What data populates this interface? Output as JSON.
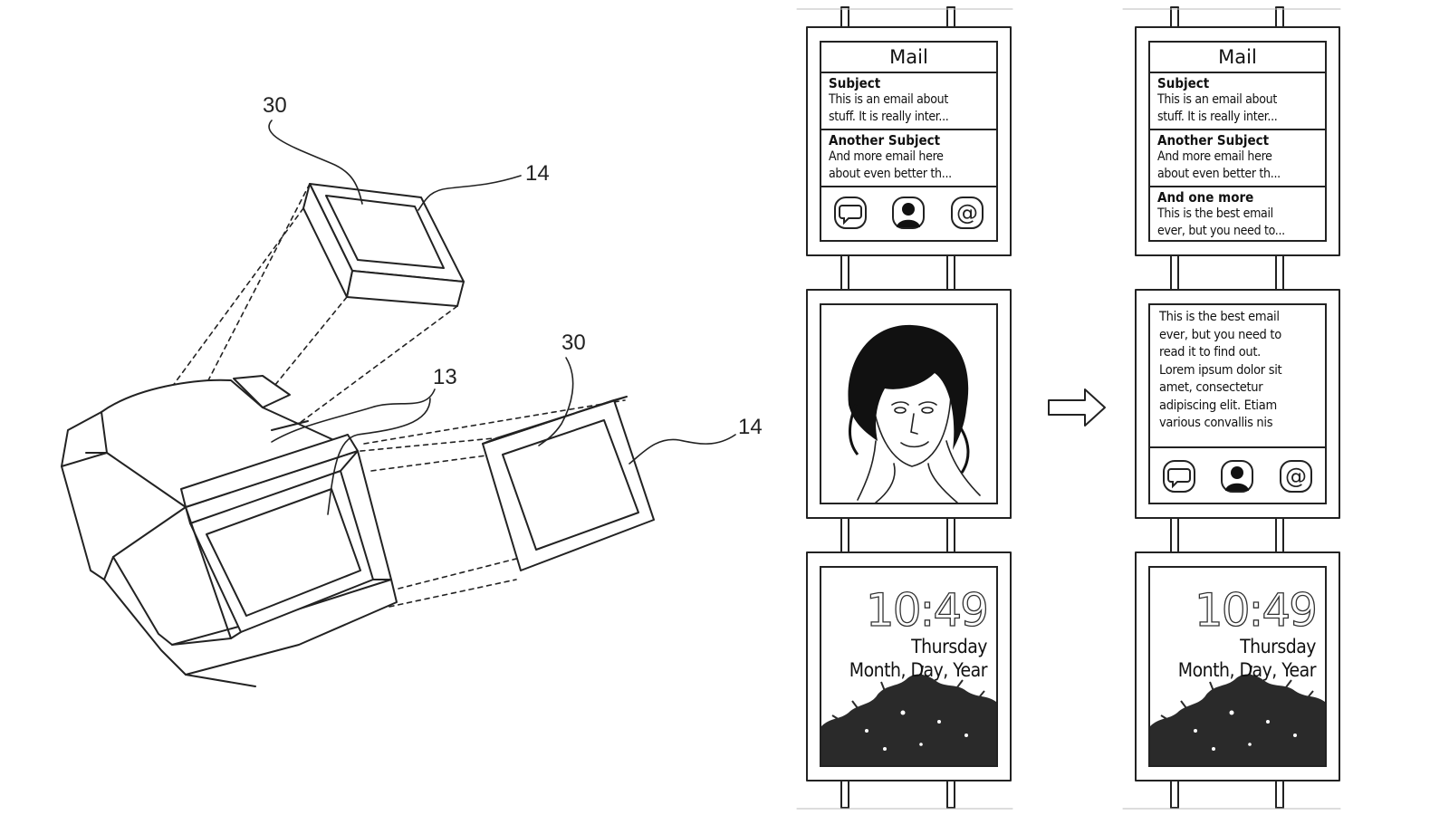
{
  "figure_left": {
    "labels": {
      "upper_30": "30",
      "upper_14": "14",
      "center_13": "13",
      "right_30": "30",
      "right_14": "14"
    }
  },
  "watch_before": {
    "mail": {
      "title": "Mail",
      "items": [
        {
          "subject": "Subject",
          "preview_1": "This is an email about",
          "preview_2": "stuff. It is really inter..."
        },
        {
          "subject": "Another Subject",
          "preview_1": "And more email here",
          "preview_2": "about even better th..."
        }
      ],
      "icons": [
        "chat-bubble-icon",
        "contact-person-icon",
        "at-sign-icon"
      ]
    },
    "photo": {
      "subject": "portrait-sketch"
    },
    "clock": {
      "time": "10:49",
      "day": "Thursday",
      "date": "Month, Day, Year"
    }
  },
  "watch_after": {
    "mail": {
      "title": "Mail",
      "items": [
        {
          "subject": "Subject",
          "preview_1": "This is an email about",
          "preview_2": "stuff. It is really inter..."
        },
        {
          "subject": "Another Subject",
          "preview_1": "And more email here",
          "preview_2": "about even better th..."
        },
        {
          "subject": "And one more",
          "preview_1": "This is the best email",
          "preview_2": "ever, but you need to..."
        }
      ]
    },
    "reader": {
      "lines": [
        "This is the best email",
        "ever, but you need to",
        "read it to find out.",
        "Lorem ipsum dolor sit",
        "amet, consectetur",
        "adipiscing elit. Etiam",
        "various convallis nis"
      ],
      "icons": [
        "chat-bubble-icon",
        "contact-person-icon",
        "at-sign-icon"
      ]
    },
    "clock": {
      "time": "10:49",
      "day": "Thursday",
      "date": "Month, Day, Year"
    }
  },
  "transition": {
    "arrow": "right-arrow-icon"
  },
  "colors": {
    "ink": "#222222",
    "paper": "#ffffff"
  }
}
